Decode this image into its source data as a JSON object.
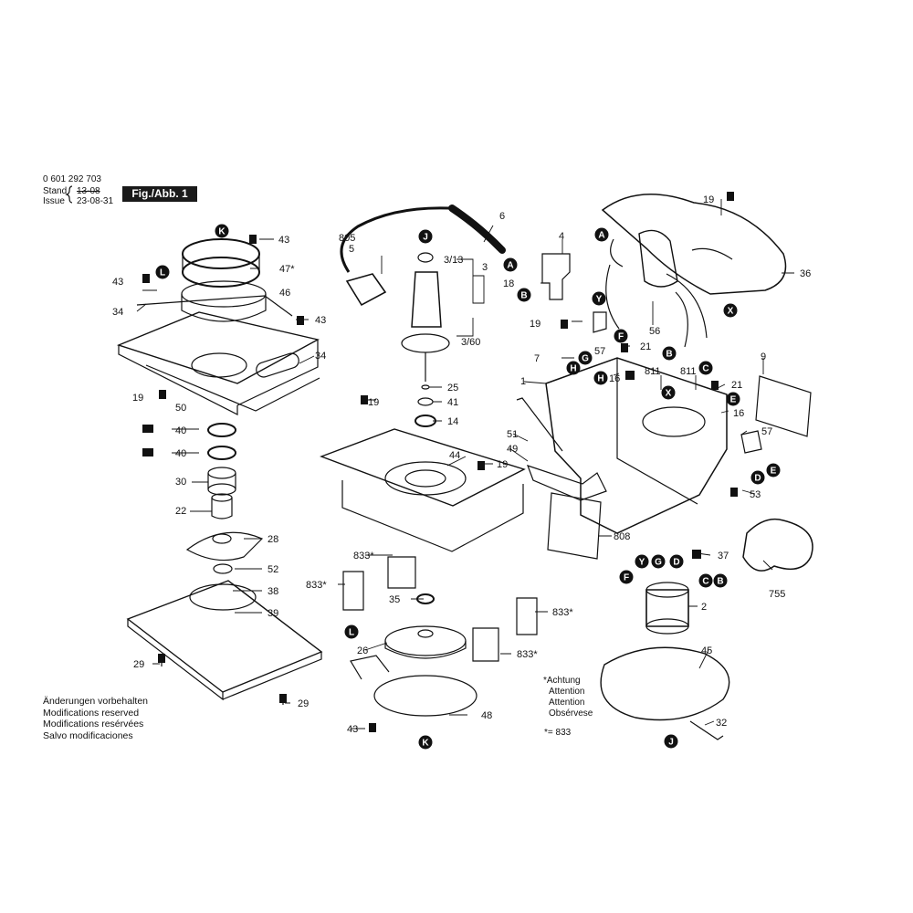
{
  "header": {
    "part_number": "0 601 292 703",
    "stand_label": "Stand",
    "stand_value": "13-08",
    "issue_label": "Issue",
    "issue_value": "23-08-31",
    "figure": "Fig./Abb. 1"
  },
  "notes": [
    "Änderungen vorbehalten",
    "Modifications reserved",
    "Modifications resérvées",
    "Salvo modificaciones"
  ],
  "attention": {
    "lines": [
      "*Achtung",
      "Attention",
      "Attention",
      "Obsérvese"
    ],
    "equivalence": "*= 833"
  },
  "callouts": [
    {
      "t": "43"
    },
    {
      "t": "47*"
    },
    {
      "t": "46"
    },
    {
      "t": "43"
    },
    {
      "t": "34"
    },
    {
      "t": "43"
    },
    {
      "t": "34"
    },
    {
      "t": "19"
    },
    {
      "t": "50"
    },
    {
      "t": "40"
    },
    {
      "t": "40"
    },
    {
      "t": "30"
    },
    {
      "t": "22"
    },
    {
      "t": "28"
    },
    {
      "t": "52"
    },
    {
      "t": "38"
    },
    {
      "t": "39"
    },
    {
      "t": "29"
    },
    {
      "t": "29"
    },
    {
      "t": "805"
    },
    {
      "t": "5"
    },
    {
      "t": "6"
    },
    {
      "t": "3/13"
    },
    {
      "t": "3"
    },
    {
      "t": "3/60"
    },
    {
      "t": "25"
    },
    {
      "t": "41"
    },
    {
      "t": "14"
    },
    {
      "t": "19"
    },
    {
      "t": "44"
    },
    {
      "t": "19"
    },
    {
      "t": "833*"
    },
    {
      "t": "833*"
    },
    {
      "t": "35"
    },
    {
      "t": "833*"
    },
    {
      "t": "833*"
    },
    {
      "t": "26"
    },
    {
      "t": "43"
    },
    {
      "t": "48"
    },
    {
      "t": "4"
    },
    {
      "t": "18"
    },
    {
      "t": "19"
    },
    {
      "t": "36"
    },
    {
      "t": "56"
    },
    {
      "t": "19"
    },
    {
      "t": "57"
    },
    {
      "t": "7"
    },
    {
      "t": "21"
    },
    {
      "t": "16"
    },
    {
      "t": "811"
    },
    {
      "t": "811"
    },
    {
      "t": "21"
    },
    {
      "t": "9"
    },
    {
      "t": "16"
    },
    {
      "t": "1"
    },
    {
      "t": "51"
    },
    {
      "t": "49"
    },
    {
      "t": "57"
    },
    {
      "t": "53"
    },
    {
      "t": "808"
    },
    {
      "t": "37"
    },
    {
      "t": "755"
    },
    {
      "t": "2"
    },
    {
      "t": "45"
    },
    {
      "t": "32"
    }
  ],
  "markers": [
    "K",
    "L",
    "J",
    "A",
    "A",
    "B",
    "Y",
    "X",
    "F",
    "G",
    "H",
    "H",
    "B",
    "X",
    "C",
    "E",
    "D",
    "E",
    "Y",
    "G",
    "D",
    "C",
    "B",
    "F",
    "L",
    "K",
    "J"
  ]
}
